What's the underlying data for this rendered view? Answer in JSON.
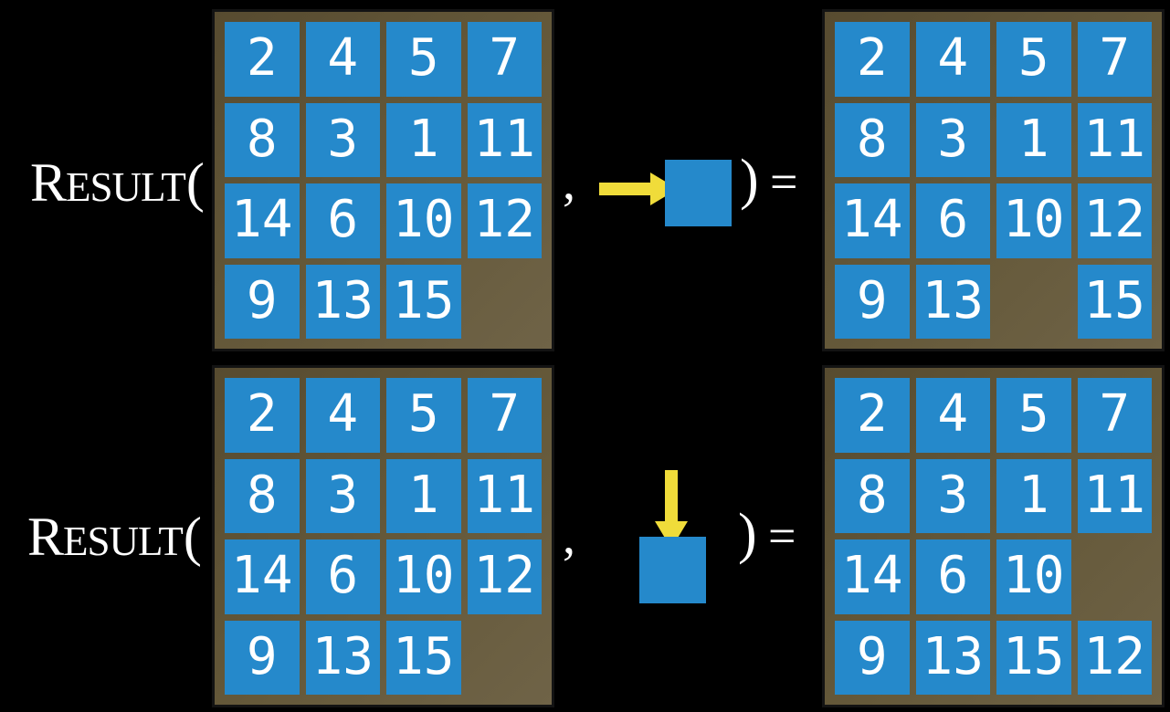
{
  "colors": {
    "background": "#000000",
    "board_frame": "#65593A",
    "tile_blue": "#2589CB",
    "arrow_yellow": "#F0DC3A",
    "text": "#FFFFFF"
  },
  "rows": [
    {
      "function": {
        "lead": "R",
        "rest": "ESULT",
        "open": "("
      },
      "comma": ",",
      "close": ")",
      "equals": "=",
      "move_icon": "right-arrow-icon",
      "move_direction": "right",
      "initial": [
        [
          2,
          4,
          5,
          7
        ],
        [
          8,
          3,
          1,
          11
        ],
        [
          14,
          6,
          10,
          12
        ],
        [
          9,
          13,
          15,
          null
        ]
      ],
      "result": [
        [
          2,
          4,
          5,
          7
        ],
        [
          8,
          3,
          1,
          11
        ],
        [
          14,
          6,
          10,
          12
        ],
        [
          9,
          13,
          null,
          15
        ]
      ]
    },
    {
      "function": {
        "lead": "R",
        "rest": "ESULT",
        "open": "("
      },
      "comma": ",",
      "close": ")",
      "equals": "=",
      "move_icon": "down-arrow-icon",
      "move_direction": "down",
      "initial": [
        [
          2,
          4,
          5,
          7
        ],
        [
          8,
          3,
          1,
          11
        ],
        [
          14,
          6,
          10,
          12
        ],
        [
          9,
          13,
          15,
          null
        ]
      ],
      "result": [
        [
          2,
          4,
          5,
          7
        ],
        [
          8,
          3,
          1,
          11
        ],
        [
          14,
          6,
          10,
          null
        ],
        [
          9,
          13,
          15,
          12
        ]
      ]
    }
  ]
}
